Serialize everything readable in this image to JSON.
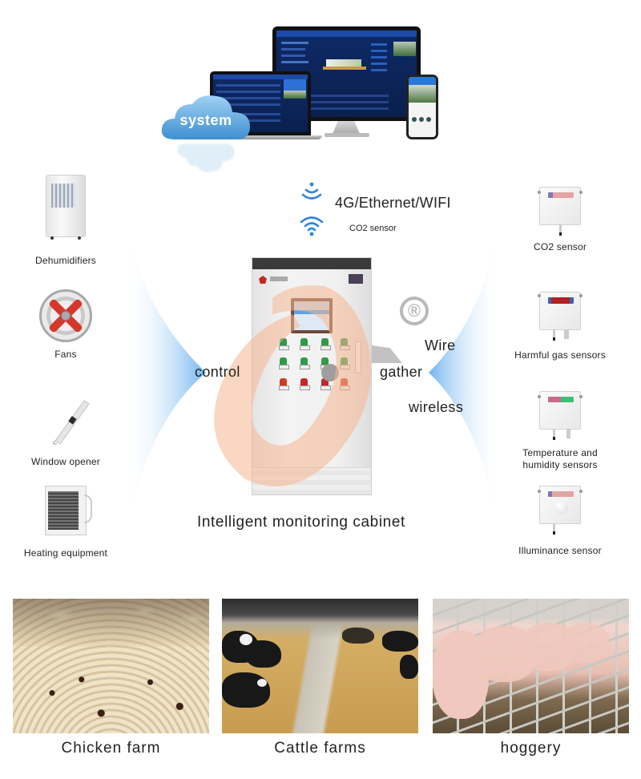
{
  "system": {
    "cloud_label": "system",
    "devices": [
      "desktop-monitor",
      "laptop",
      "smartphone"
    ]
  },
  "connectivity": {
    "label": "4G/Ethernet/WIFI",
    "sub_label": "CO2 sensor",
    "icons": [
      "signal-upward-icon",
      "wifi-icon"
    ],
    "accent_color": "#2f86d6"
  },
  "actuators": [
    {
      "label": "Dehumidifiers",
      "icon": "dehumidifier-icon"
    },
    {
      "label": "Fans",
      "icon": "fan-icon"
    },
    {
      "label": "Window opener",
      "icon": "window-opener-icon"
    },
    {
      "label": "Heating equipment",
      "icon": "heater-icon"
    }
  ],
  "sensors": [
    {
      "label": "CO2 sensor",
      "icon": "co2-sensor-icon"
    },
    {
      "label": "Harmful gas sensors",
      "icon": "gas-sensor-icon"
    },
    {
      "label": "Temperature and humidity sensors",
      "label_line1": "Temperature and",
      "label_line2": "humidity sensors",
      "icon": "temp-humidity-sensor-icon"
    },
    {
      "label": "Illuminance sensor",
      "icon": "illuminance-sensor-icon"
    }
  ],
  "cabinet": {
    "label": "Intelligent monitoring cabinet",
    "flow_left": "control",
    "flow_right": "gather",
    "link_wire": "Wire",
    "link_wireless": "wireless",
    "registered_mark": "®",
    "indicator_colors": {
      "green": "#2f9a48",
      "red": "#d23a22"
    }
  },
  "farms": [
    {
      "label": "Chicken farm",
      "image": "chicken-farm-photo"
    },
    {
      "label": "Cattle farms",
      "image": "cattle-farm-photo"
    },
    {
      "label": "hoggery",
      "image": "hoggery-photo"
    }
  ],
  "colors": {
    "fan_blue": "#7fbcf2",
    "watermark_orange": "#f6b78f",
    "text": "#222222"
  }
}
